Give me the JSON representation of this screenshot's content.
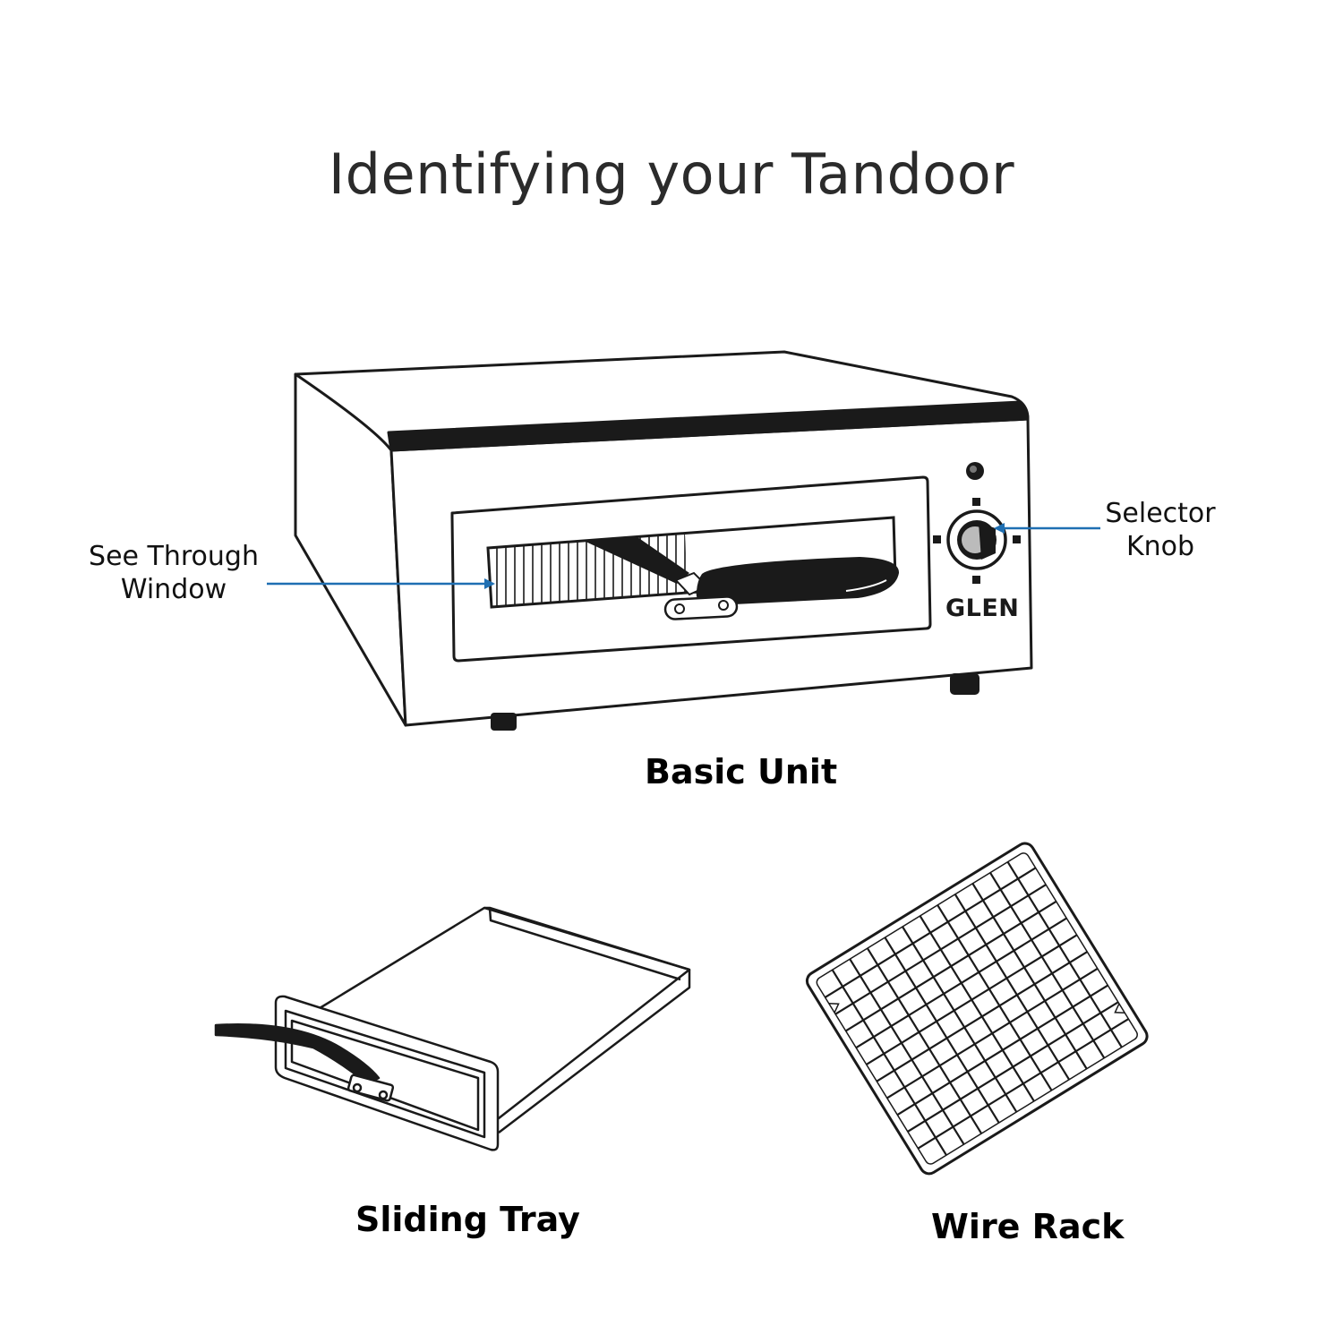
{
  "title": "Identifying your Tandoor",
  "brand": "GLEN",
  "callouts": {
    "window": {
      "line1": "See Through",
      "line2": "Window"
    },
    "knob": {
      "line1": "Selector",
      "line2": "Knob"
    }
  },
  "captions": {
    "basic_unit": "Basic Unit",
    "sliding_tray": "Sliding Tray",
    "wire_rack": "Wire Rack"
  },
  "colors": {
    "ink": "#1a1a1a",
    "arrow": "#1f6fb2",
    "title": "#2b2b2b"
  }
}
